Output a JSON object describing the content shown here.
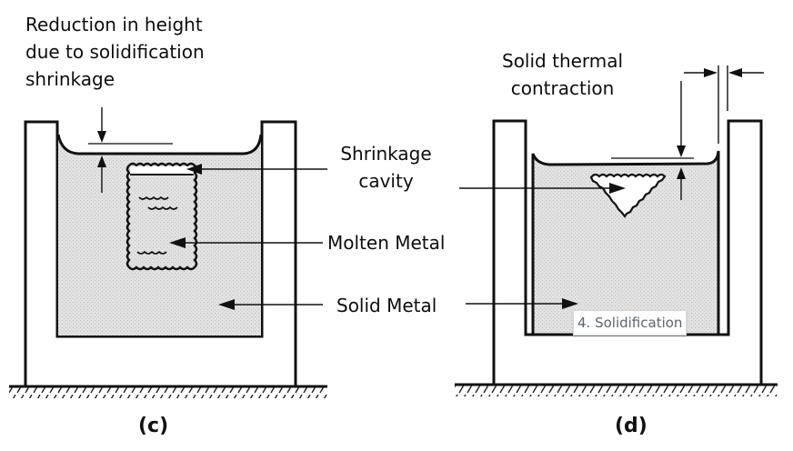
{
  "left_panel": {
    "caption": "(c)",
    "label_height_reduction": [
      "Reduction in height",
      "due to solidification",
      "shrinkage"
    ]
  },
  "right_panel": {
    "caption": "(d)",
    "label_thermal_contraction": [
      "Solid thermal",
      "contraction"
    ]
  },
  "center_labels": {
    "shrinkage_cavity": [
      "Shrinkage",
      "cavity"
    ],
    "molten_metal": "Molten Metal",
    "solid_metal": "Solid Metal"
  },
  "tooltip": {
    "text": "4. Solidification"
  },
  "colors": {
    "metal_fill": "#dcdcdc",
    "line": "#111111",
    "tooltip_text": "#5a6470"
  }
}
